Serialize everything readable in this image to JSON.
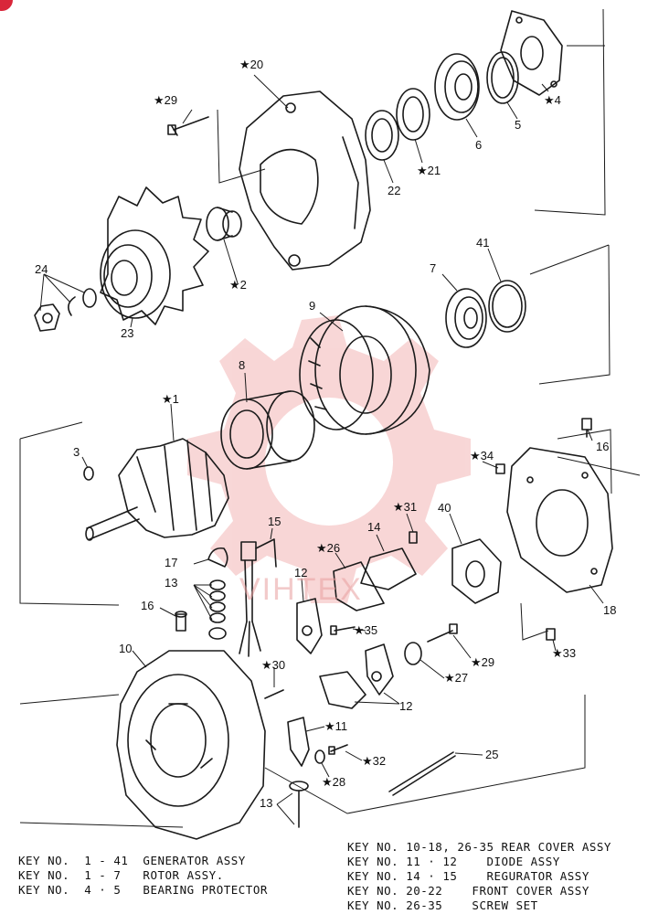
{
  "watermark": {
    "text": "VIHTEX",
    "color": "#e88a8a"
  },
  "callouts": [
    {
      "id": "c20",
      "text": "★20"
    },
    {
      "id": "c29a",
      "text": "★29"
    },
    {
      "id": "c4",
      "text": "★4"
    },
    {
      "id": "c5",
      "text": "5"
    },
    {
      "id": "c6",
      "text": "6"
    },
    {
      "id": "c21",
      "text": "★21"
    },
    {
      "id": "c22",
      "text": "22"
    },
    {
      "id": "c2",
      "text": "★2"
    },
    {
      "id": "c24",
      "text": "24"
    },
    {
      "id": "c23",
      "text": "23"
    },
    {
      "id": "c41",
      "text": "41"
    },
    {
      "id": "c7",
      "text": "7"
    },
    {
      "id": "c9",
      "text": "9"
    },
    {
      "id": "c8",
      "text": "8"
    },
    {
      "id": "c1",
      "text": "★1"
    },
    {
      "id": "c3",
      "text": "3"
    },
    {
      "id": "c16a",
      "text": "16"
    },
    {
      "id": "c34",
      "text": "★34"
    },
    {
      "id": "c15",
      "text": "15"
    },
    {
      "id": "c31",
      "text": "★31"
    },
    {
      "id": "c40",
      "text": "40"
    },
    {
      "id": "c14",
      "text": "14"
    },
    {
      "id": "c26",
      "text": "★26"
    },
    {
      "id": "c17",
      "text": "17"
    },
    {
      "id": "c13a",
      "text": "13"
    },
    {
      "id": "c12a",
      "text": "12"
    },
    {
      "id": "c16b",
      "text": "16"
    },
    {
      "id": "c35",
      "text": "★35"
    },
    {
      "id": "c18",
      "text": "18"
    },
    {
      "id": "c10",
      "text": "10"
    },
    {
      "id": "c33",
      "text": "★33"
    },
    {
      "id": "c29b",
      "text": "★29"
    },
    {
      "id": "c30",
      "text": "★30"
    },
    {
      "id": "c27",
      "text": "★27"
    },
    {
      "id": "c12b",
      "text": "12"
    },
    {
      "id": "c11",
      "text": "★11"
    },
    {
      "id": "c32",
      "text": "★32"
    },
    {
      "id": "c25",
      "text": "25"
    },
    {
      "id": "c28",
      "text": "★28"
    },
    {
      "id": "c13b",
      "text": "13"
    }
  ],
  "key_left": [
    "KEY NO.  1 - 41  GENERATOR ASSY",
    "KEY NO.  1 - 7   ROTOR ASSY.",
    "KEY NO.  4 · 5   BEARING PROTECTOR"
  ],
  "key_right": [
    "KEY NO. 10-18, 26-35 REAR COVER ASSY",
    "KEY NO. 11 · 12    DIODE ASSY",
    "KEY NO. 14 · 15    REGURATOR ASSY",
    "KEY NO. 20-22    FRONT COVER ASSY",
    "KEY NO. 26-35    SCREW SET"
  ]
}
